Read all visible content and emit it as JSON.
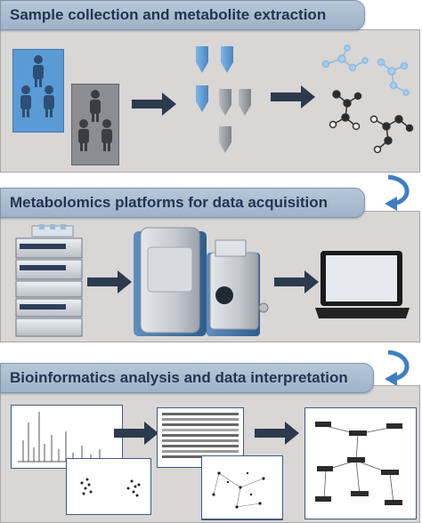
{
  "sections": [
    {
      "title": "Sample collection and metabolite extraction"
    },
    {
      "title": "Metabolomics platforms for data acquisition"
    },
    {
      "title": "Bioinformatics analysis and data interpretation"
    }
  ],
  "colors": {
    "header_bg": "#a8bccf",
    "header_text": "#1f3553",
    "panel_bg": "#d9d6d6",
    "arrow": "#2c3a4d",
    "group_blue": "#5b9bd5",
    "group_gray": "#8a8d91",
    "curved_arrow": "#3f7fc0"
  }
}
